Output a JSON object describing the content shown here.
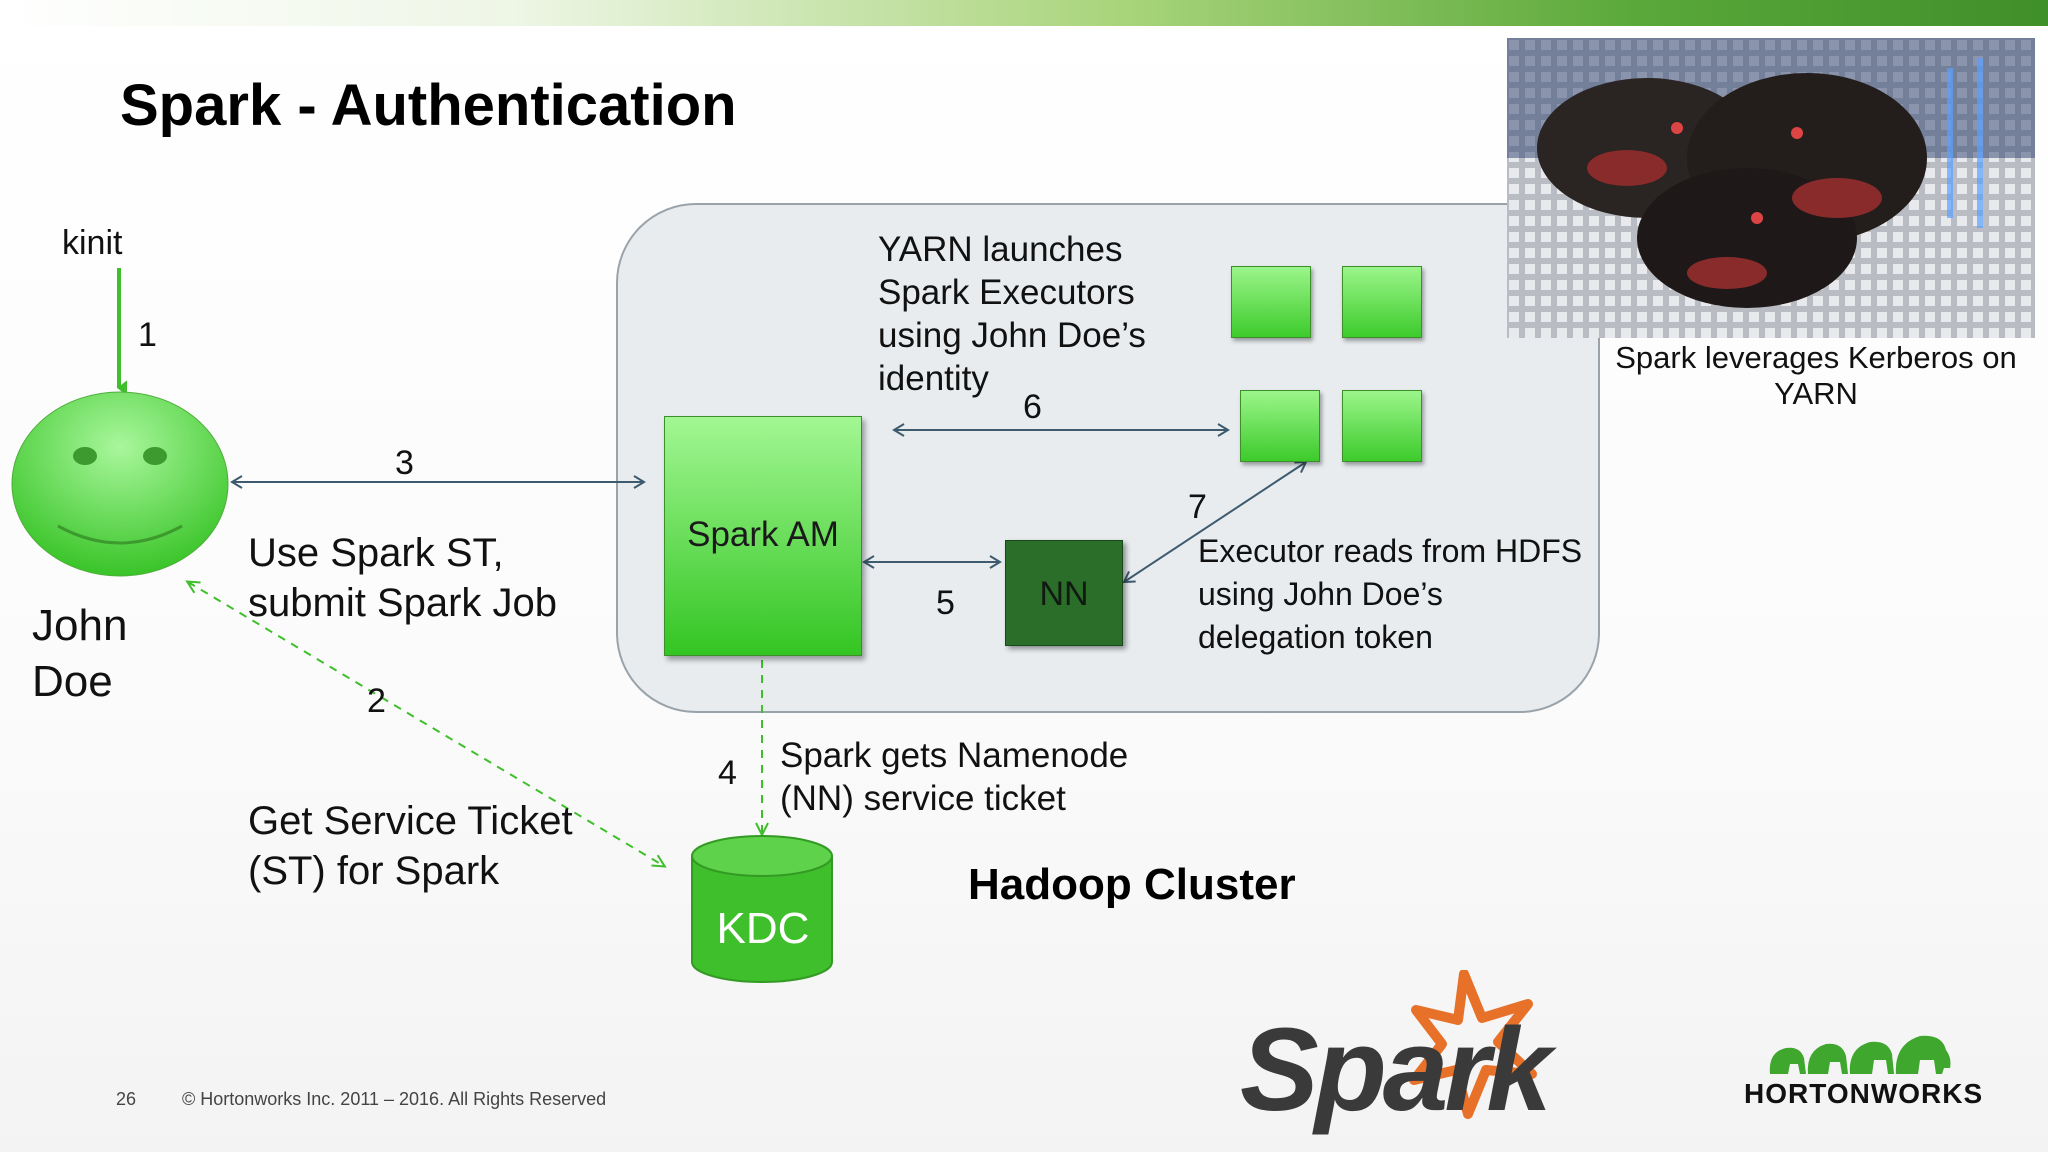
{
  "slide": {
    "title": "Spark - Authentication",
    "footer_page": "26",
    "footer_copyright": "© Hortonworks Inc. 2011 – 2016. All Rights Reserved"
  },
  "user": {
    "label_line1": "John",
    "label_line2": "Doe"
  },
  "steps": {
    "kinit": "kinit",
    "n1": "1",
    "n2": "2",
    "n3": "3",
    "n4": "4",
    "n5": "5",
    "n6": "6",
    "n7": "7"
  },
  "descriptions": {
    "get_st_line1": "Get Service Ticket",
    "get_st_line2": "(ST) for Spark",
    "use_st_line1": "Use Spark ST,",
    "use_st_line2": "submit Spark Job",
    "yarn_line1": "YARN launches",
    "yarn_line2": "Spark Executors",
    "yarn_line3": "using John Doe’s",
    "yarn_line4": "identity",
    "nn_ticket_line1": "Spark gets Namenode",
    "nn_ticket_line2": "(NN) service ticket",
    "exec_line1": "Executor reads from HDFS",
    "exec_line2": "using John Doe’s",
    "exec_line3": "delegation token"
  },
  "nodes": {
    "spark_am": "Spark AM",
    "nn": "NN",
    "kdc": "KDC",
    "cluster_label": "Hadoop Cluster"
  },
  "image_caption": {
    "line1": "Spark leverages Kerberos on",
    "line2": "YARN"
  },
  "logos": {
    "spark": "Spark",
    "hortonworks": "HORTONWORKS"
  },
  "colors": {
    "accent_green": "#3fbf2b",
    "dark_green": "#2b6e2a",
    "arrow_blue": "#3d5a6e",
    "spark_orange": "#e8712a"
  }
}
